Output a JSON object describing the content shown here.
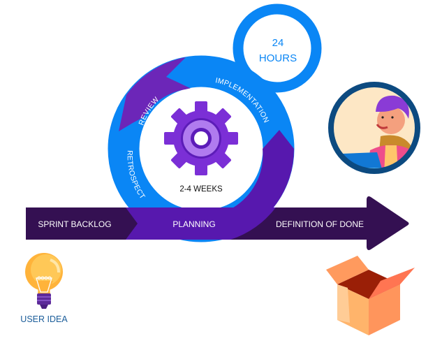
{
  "title": "Scrum Framework",
  "cycle": {
    "center_label": "2-4 WEEKS",
    "stages": [
      {
        "label": "REVIEW"
      },
      {
        "label": "IMPLEMENTATION"
      },
      {
        "label": "RETROSPECT"
      }
    ],
    "daily": {
      "line1": "24",
      "line2": "HOURS"
    }
  },
  "flow": {
    "steps": [
      {
        "label": "SPRINT BACKLOG"
      },
      {
        "label": "PLANNING"
      },
      {
        "label": "DEFINITION OF DONE"
      }
    ]
  },
  "user_idea": {
    "label": "USER IDEA"
  },
  "icons": {
    "gear": "gear-icon",
    "bulb": "lightbulb-icon",
    "developer": "developer-avatar-icon",
    "box": "open-box-icon"
  },
  "colors": {
    "dark_purple": "#341052",
    "purple": "#5718AE",
    "mid_purple": "#6C26B8",
    "blue": "#0A86F5",
    "gear": "#7B2FD6",
    "gear_light": "#B07BEF",
    "navy": "#0C4A80",
    "label_blue": "#1A5C99"
  }
}
